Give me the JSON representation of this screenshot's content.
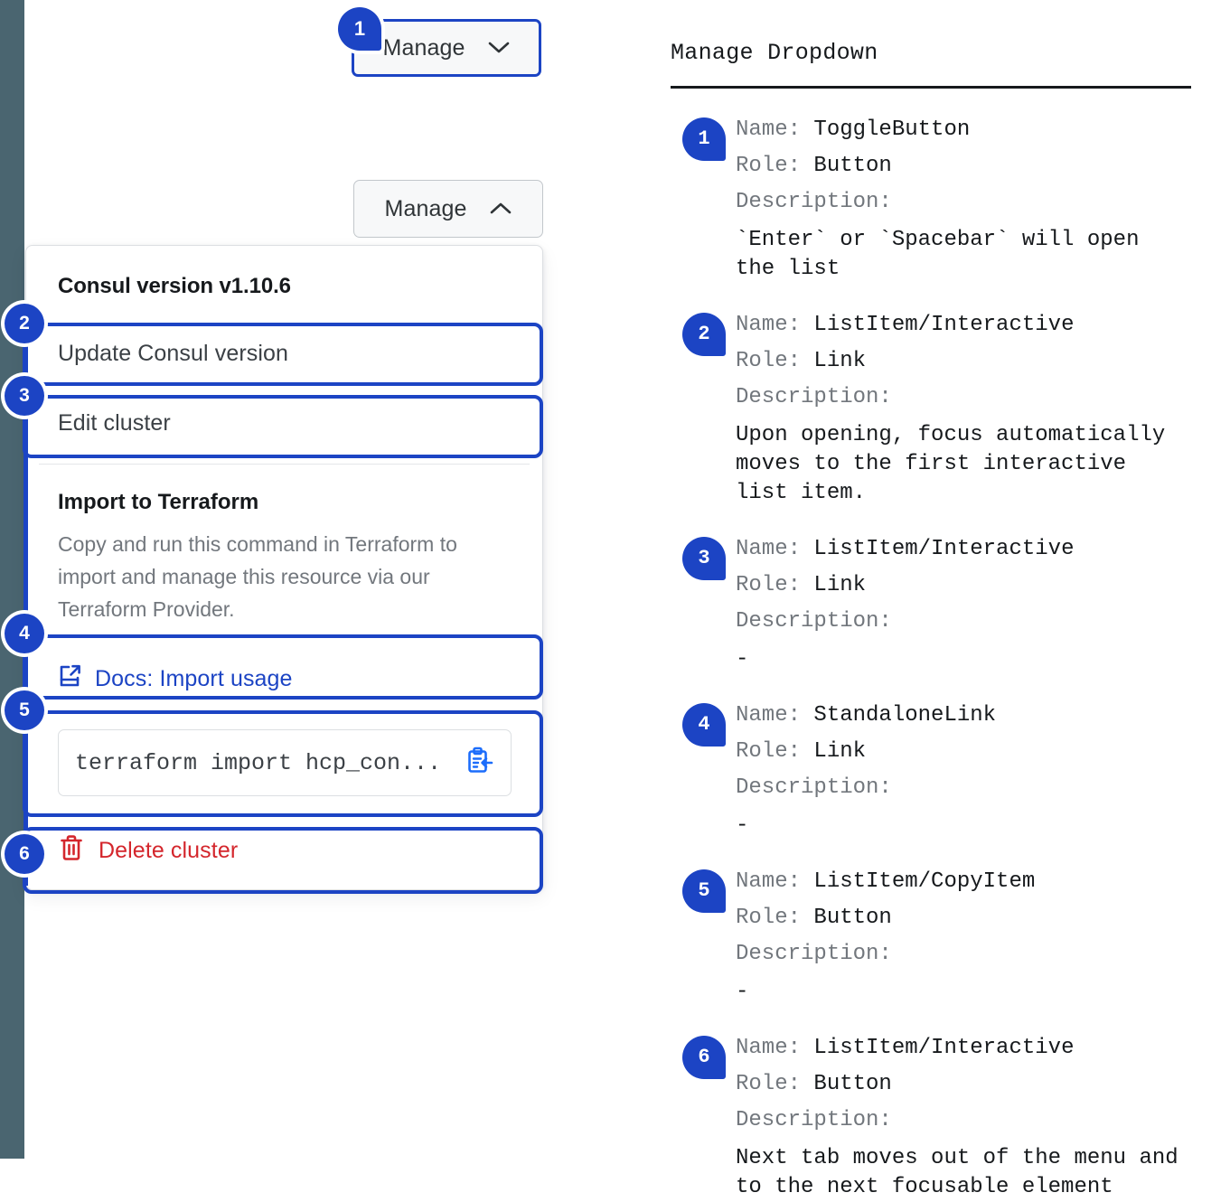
{
  "left_rail": {
    "color": "#4a6570"
  },
  "accent": {
    "blue": "#1c44c4",
    "red": "#d4262c",
    "muted": "#72777d"
  },
  "demo": {
    "toggle_closed": {
      "label": "Manage",
      "icon": "chevron-down-icon"
    },
    "toggle_open": {
      "label": "Manage",
      "icon": "chevron-up-icon"
    },
    "dropdown": {
      "version_heading": "Consul version v1.10.6",
      "items": [
        {
          "label": "Update Consul version"
        },
        {
          "label": "Edit cluster"
        }
      ],
      "terraform": {
        "title": "Import to Terraform",
        "body": "Copy and run this command in Terraform to import and manage this resource via our Terraform Provider.",
        "docs_link": "Docs: Import usage",
        "docs_icon": "docs-external-link-icon",
        "command": "terraform import hcp_con...",
        "copy_icon": "clipboard-copy-icon"
      },
      "delete": {
        "label": "Delete cluster",
        "icon": "trash-icon"
      }
    },
    "markers": [
      "1",
      "2",
      "3",
      "4",
      "5",
      "6"
    ]
  },
  "spec": {
    "title": "Manage Dropdown",
    "labels": {
      "name": "Name:",
      "role": "Role:",
      "description": "Description:"
    },
    "entries": [
      {
        "marker": "1",
        "name": "ToggleButton",
        "role": "Button",
        "description": "`Enter` or `Spacebar` will open\nthe list"
      },
      {
        "marker": "2",
        "name": "ListItem/Interactive",
        "role": "Link",
        "description": "Upon opening, focus automatically\nmoves to the first interactive\nlist item."
      },
      {
        "marker": "3",
        "name": "ListItem/Interactive",
        "role": "Link",
        "description": "-"
      },
      {
        "marker": "4",
        "name": "StandaloneLink",
        "role": "Link",
        "description": "-"
      },
      {
        "marker": "5",
        "name": "ListItem/CopyItem",
        "role": "Button",
        "description": "-"
      },
      {
        "marker": "6",
        "name": "ListItem/Interactive",
        "role": "Button",
        "description": "Next tab moves out of the menu and\nto the next focusable element"
      }
    ]
  }
}
